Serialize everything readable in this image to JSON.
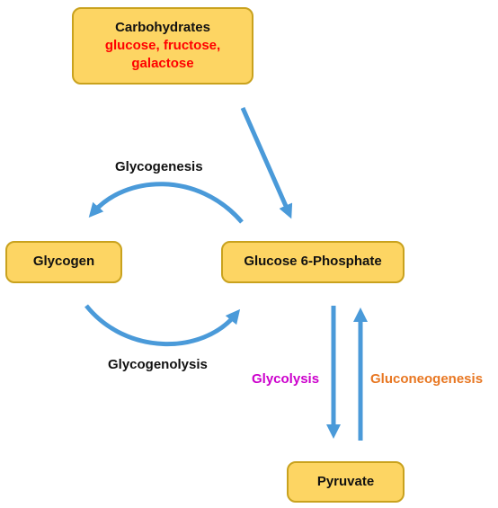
{
  "nodes": {
    "carbohydrates": {
      "title": "Carbohydrates",
      "line1": "glucose, fructose,",
      "line2": "galactose"
    },
    "glycogen": "Glycogen",
    "glucose6p": "Glucose 6-Phosphate",
    "pyruvate": "Pyruvate"
  },
  "processes": {
    "glycogenesis": "Glycogenesis",
    "glycogenolysis": "Glycogenolysis",
    "glycolysis": "Glycolysis",
    "gluconeogenesis": "Gluconeogenesis"
  },
  "colors": {
    "box_fill": "#FDD563",
    "box_border": "#C9A21E",
    "arrow": "#4A9AD9",
    "sugar_list": "#FF0000",
    "glycolysis": "#CC00CC",
    "gluconeogenesis": "#E87722"
  }
}
